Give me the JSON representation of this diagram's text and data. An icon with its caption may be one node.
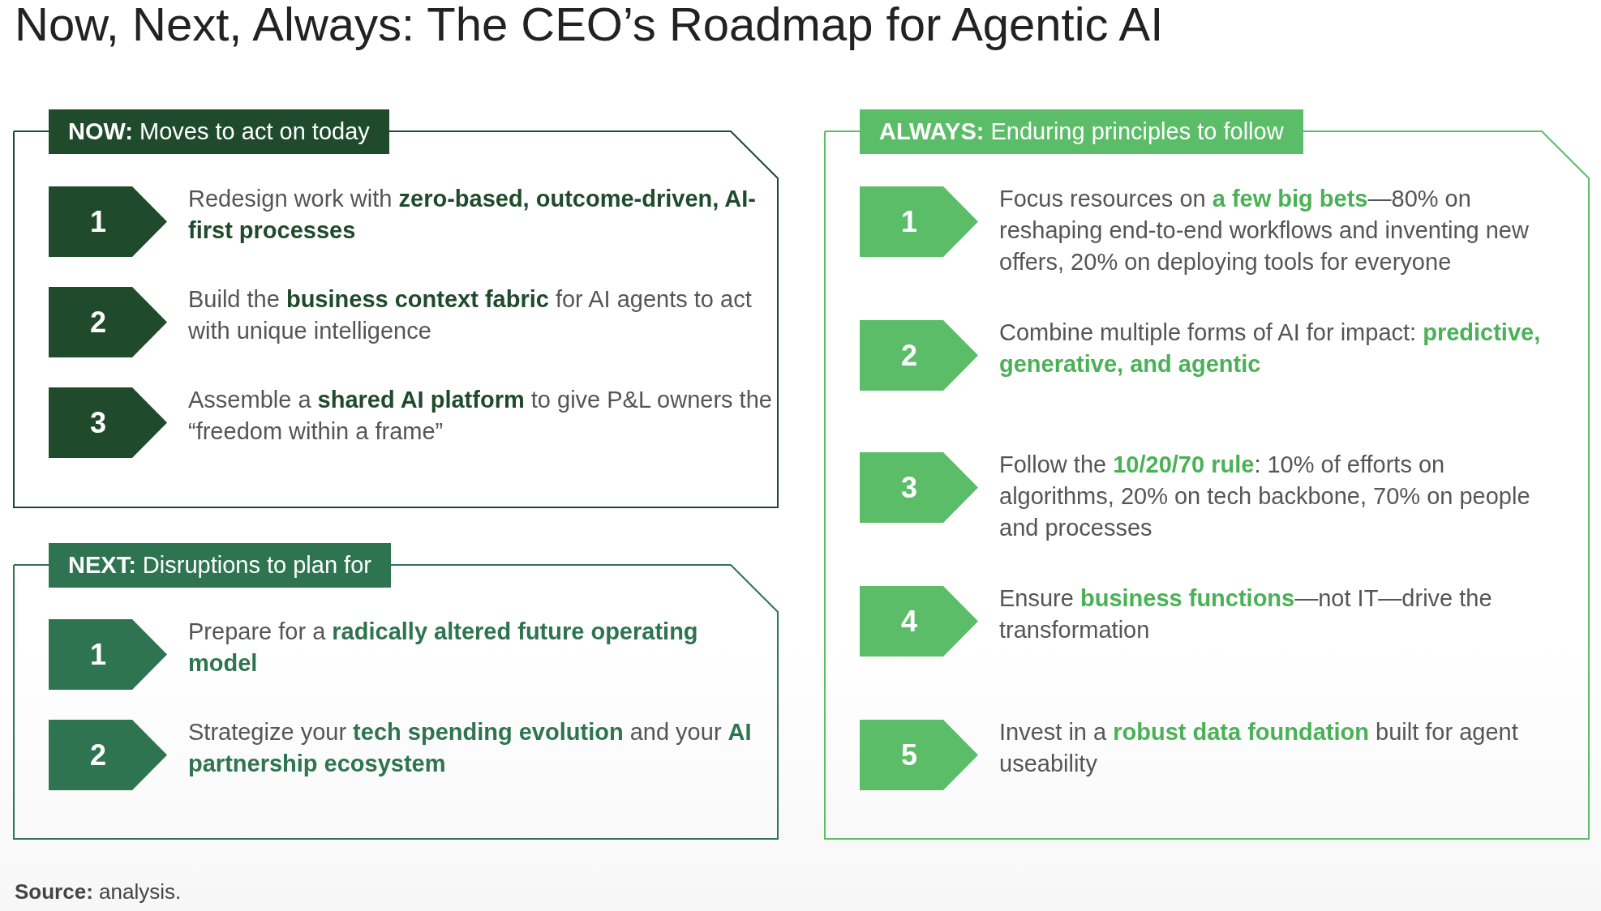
{
  "diagram": {
    "title": "Now, Next, Always: The CEO’s Roadmap for Agentic AI",
    "nodes": [
      {
        "text": [
          "**NOW:** Moves to act on today"
        ]
      },
      {
        "text": [
          "1"
        ],
        "in": 0,
        "beside": [
          "Redesign work with **zero-based, outcome-driven, AI-first processes**"
        ]
      },
      {
        "text": [
          "2"
        ],
        "in": 0,
        "beside": [
          "Build the **business context fabric** for AI agents to act with unique intelligence"
        ]
      },
      {
        "text": [
          "3"
        ],
        "in": 0,
        "beside": [
          "Assemble a **shared AI platform** to give P&L owners the “freedom within a frame”"
        ]
      },
      {
        "text": [
          "**NEXT:** Disruptions to plan for"
        ]
      },
      {
        "text": [
          "1"
        ],
        "in": 4,
        "beside": [
          "Prepare for a **radically altered future operating model**"
        ]
      },
      {
        "text": [
          "2"
        ],
        "in": 4,
        "beside": [
          "Strategize your **tech spending evolution** and your **AI partnership ecosystem**"
        ]
      },
      {
        "text": [
          "**ALWAYS:** Enduring principles to follow"
        ]
      },
      {
        "text": [
          "1"
        ],
        "in": 7,
        "beside": [
          "Focus resources on **a few big bets**—80% on reshaping end-to-end workflows and inventing new offers, 20% on deploying tools for everyone"
        ]
      },
      {
        "text": [
          "2"
        ],
        "in": 7,
        "beside": [
          "Combine multiple forms of AI for impact: **predictive, generative, and agentic**"
        ]
      },
      {
        "text": [
          "3"
        ],
        "in": 7,
        "beside": [
          "Follow the **10/20/70 rule**: 10% of efforts on algorithms, 20% on tech backbone, 70% on people and processes"
        ]
      },
      {
        "text": [
          "4"
        ],
        "in": 7,
        "beside": [
          "Ensure **business functions**—not IT—drive the transformation"
        ]
      },
      {
        "text": [
          "5"
        ],
        "in": 7,
        "beside": [
          "Invest in a **robust data foundation** built for agent useability"
        ]
      }
    ],
    "labels": [
      "**Source:** analysis."
    ]
  }
}
